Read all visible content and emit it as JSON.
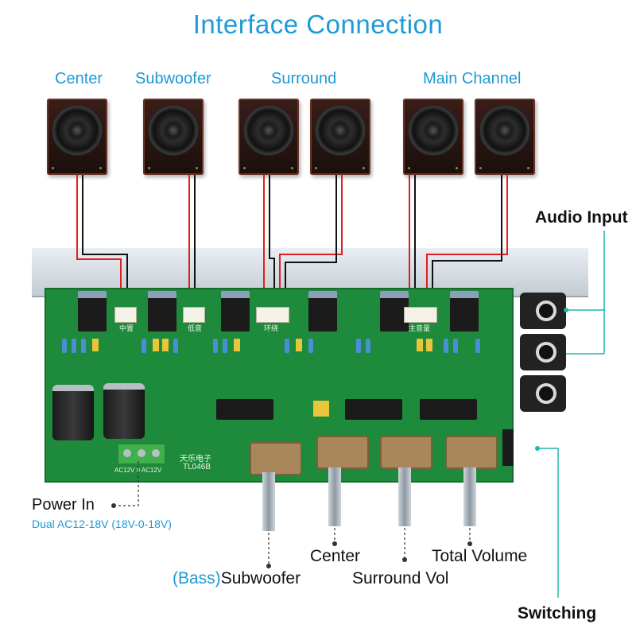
{
  "title": "Interface  Connection",
  "speaker_labels": {
    "center": "Center",
    "subwoofer": "Subwoofer",
    "surround": "Surround",
    "main_channel": "Main Channel"
  },
  "side_labels": {
    "audio_input": "Audio Input",
    "switching": "Switching"
  },
  "power": {
    "label": "Power In",
    "spec": "Dual AC12-18V (18V-0-18V)",
    "terminal_text": "AC12V  0  AC12V"
  },
  "knob_labels": {
    "center": "Center",
    "total_volume": "Total Volume",
    "bass_prefix": "(Bass)",
    "subwoofer": "Subwoofer",
    "surround_vol": "Surround Vol"
  },
  "pcb": {
    "silk_center": "中置",
    "silk_bass": "低音",
    "silk_surround": "环绕",
    "silk_main": "主音量",
    "brand": "天乐电子",
    "model": "TL046B"
  },
  "colors": {
    "accent": "#1e9ad6",
    "teal_line": "#1fb8a8",
    "wire_red": "#e0201e",
    "wire_black": "#111111",
    "pcb": "#1e8a3b"
  }
}
